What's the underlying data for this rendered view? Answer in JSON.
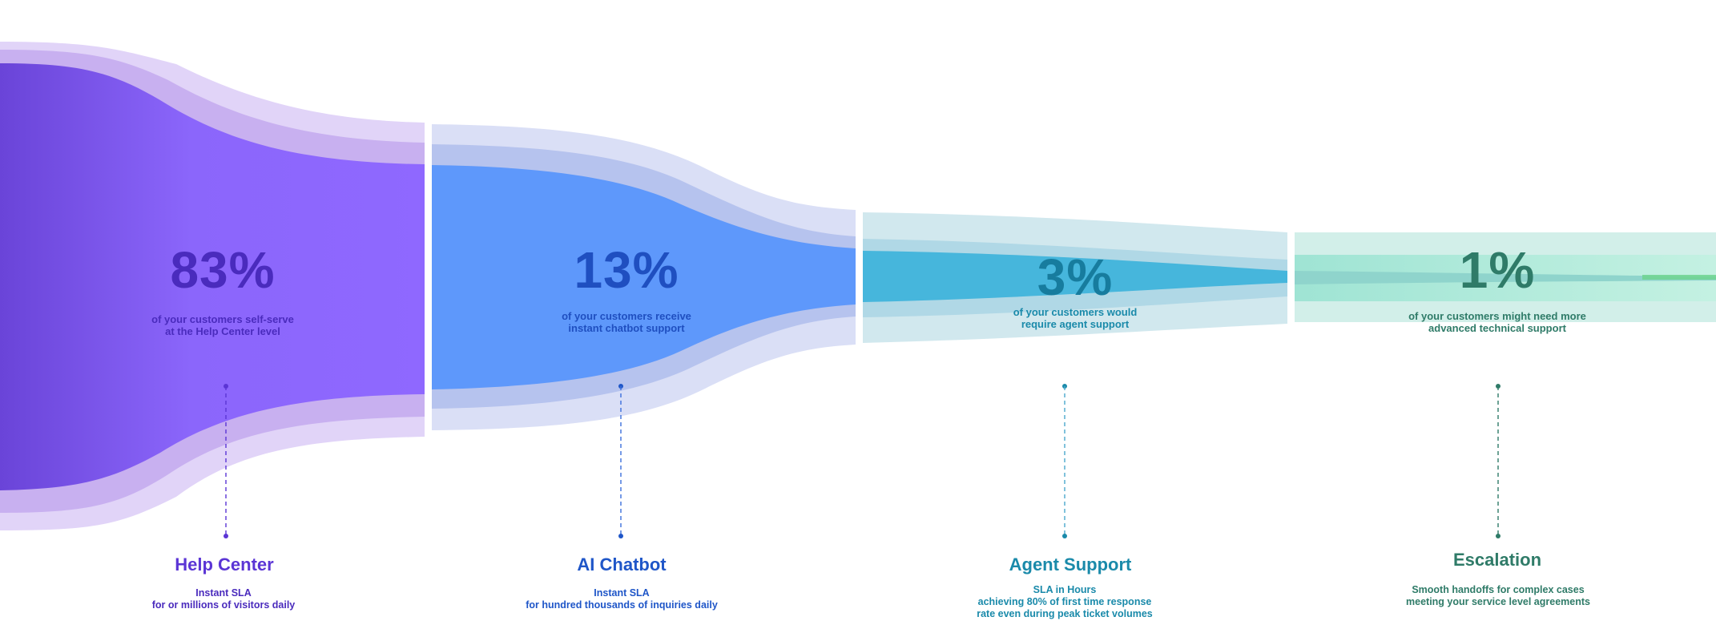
{
  "stages": [
    {
      "percent": "83%",
      "description": "of your customers self-serve\nat the Help Center level",
      "name": "Help Center",
      "details": "Instant SLA\nfor or millions of visitors daily",
      "color": "#5b35d5"
    },
    {
      "percent": "13%",
      "description": "of your customers receive\ninstant chatbot support",
      "name": "AI Chatbot",
      "details": "Instant SLA\nfor hundred thousands of inquiries daily",
      "color": "#1f56c8"
    },
    {
      "percent": "3%",
      "description": "of your customers would\nrequire agent support",
      "name": "Agent Support",
      "details": "SLA in Hours\nachieving 80% of first time response\nrate even during peak ticket volumes",
      "color": "#1a8aaa"
    },
    {
      "percent": "1%",
      "description": "of your customers might need more\nadvanced technical support",
      "name": "Escalation",
      "details": "Smooth handoffs for complex cases\nmeeting your service level agreements",
      "color": "#2f7b68"
    }
  ],
  "colors": {
    "help_center_fill": "#8b66fb",
    "help_center_dark": "#6a44d8",
    "chatbot_fill": "#5e98fb",
    "agent_fill": "#46b6dc",
    "escalation_line": "#6fd38f"
  }
}
